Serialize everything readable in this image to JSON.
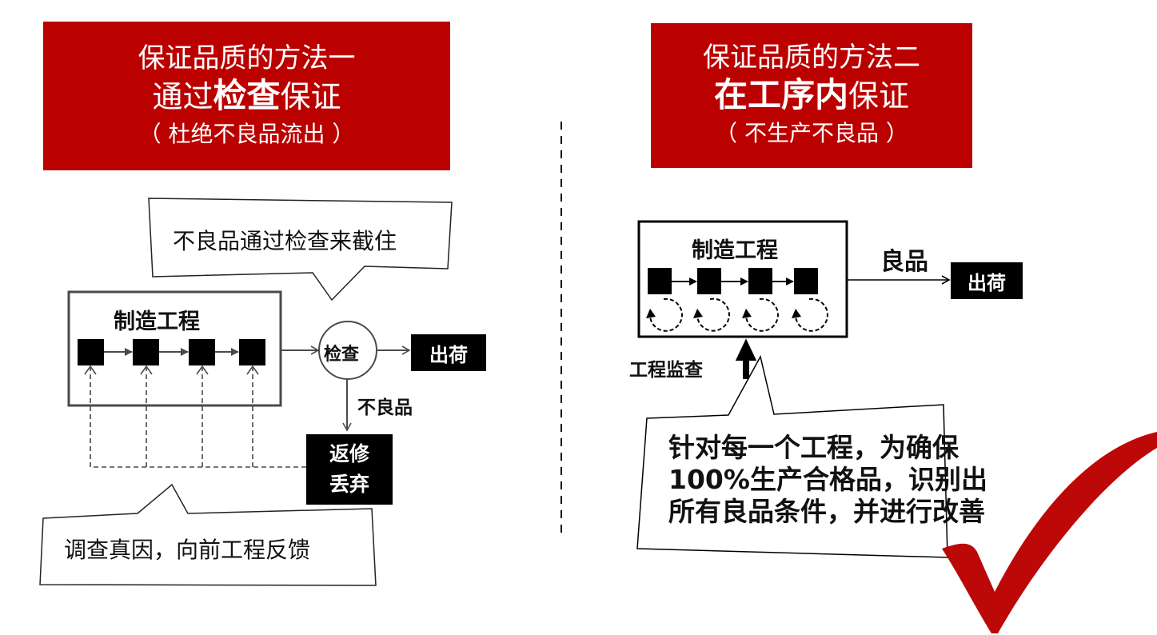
{
  "left_header": {
    "line1": "保证品质的方法一",
    "line2_prefix": "通过",
    "line2_bold": "检查",
    "line2_suffix": "保证",
    "line3": "（ 杜绝不良品流出 ）"
  },
  "right_header": {
    "line1": "保证品质的方法二",
    "line2_bold": "在工序内",
    "line2_suffix": "保证",
    "line3": "（ 不生产不良品 ）"
  },
  "left_diagram": {
    "callout_top": "不良品通过检查来截住",
    "process_title": "制造工程",
    "inspection_label": "检查",
    "ship_label": "出荷",
    "defect_label": "不良品",
    "rework_line1": "返修",
    "rework_line2": "丢弃",
    "callout_bottom": "调查真因，向前工程反馈"
  },
  "right_diagram": {
    "process_title": "制造工程",
    "good_label": "良品",
    "ship_label": "出荷",
    "monitor_label": "工程监查",
    "callout_line1": "针对每一个工程，为确保",
    "callout_line2": "100%生产合格品，识别出",
    "callout_line3": "所有良品条件，并进行改善"
  },
  "colors": {
    "accent_red": "#bb0000",
    "line_gray": "#4a4a4a",
    "black": "#000000"
  }
}
